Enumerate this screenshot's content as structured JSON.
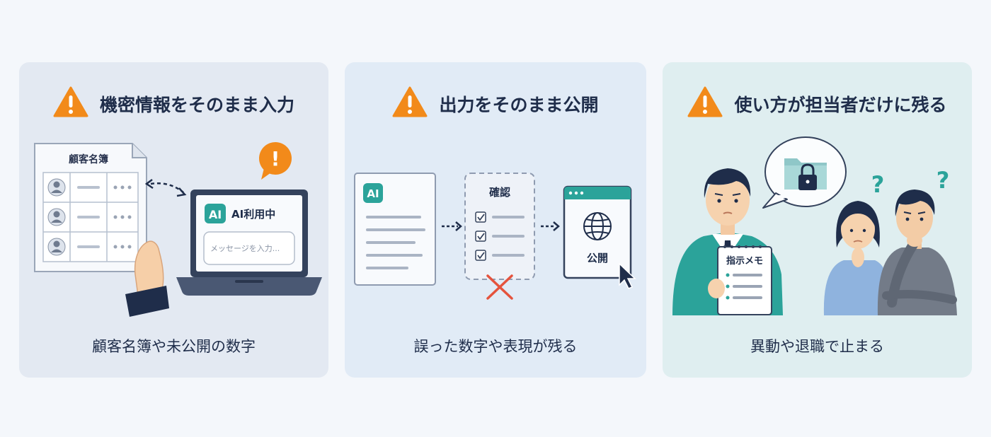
{
  "panels": [
    {
      "title": "機密情報をそのまま入力",
      "caption": "顧客名簿や未公開の数字",
      "doc_title": "顧客名簿",
      "ai_badge": "AI",
      "ai_status": "AI利用中",
      "input_placeholder": "メッセージを入力...",
      "alert_mark": "!"
    },
    {
      "title": "出力をそのまま公開",
      "caption": "誤った数字や表現が残る",
      "ai_badge": "AI",
      "check_title": "確認",
      "publish_label": "公開"
    },
    {
      "title": "使い方が担当者だけに残る",
      "caption": "異動や退職で止まる",
      "memo_title": "指示メモ",
      "question_mark": "?"
    }
  ],
  "colors": {
    "warning": "#f28a1a",
    "accent_teal": "#2ba39a",
    "navy": "#1f2d4a",
    "error_red": "#e5533d"
  },
  "icons": [
    "warning-icon",
    "user-icon",
    "laptop-icon",
    "globe-icon",
    "cursor-icon",
    "lock-icon",
    "folder-icon",
    "checkbox-icon",
    "cross-icon"
  ]
}
